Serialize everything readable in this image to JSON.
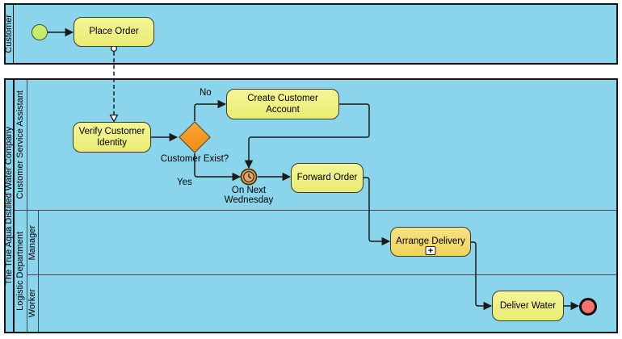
{
  "pools": [
    {
      "name": "Customer"
    },
    {
      "name": "The True Aqua Distilled Water Company",
      "lanes": [
        {
          "name": "Customer Service Assistant"
        },
        {
          "name": "Logistic Department",
          "sublanes": [
            {
              "name": "Manager"
            },
            {
              "name": "Worker"
            }
          ]
        }
      ]
    }
  ],
  "nodes": {
    "start_event": {
      "type": "start-event",
      "lane": "Customer"
    },
    "place_order": {
      "label": "Place Order",
      "lane": "Customer"
    },
    "verify_customer_identity": {
      "label": "Verify Customer Identity",
      "lane": "Customer Service Assistant"
    },
    "customer_exist_gateway": {
      "label": "Customer Exist?",
      "lane": "Customer Service Assistant"
    },
    "create_customer_account": {
      "label": "Create Customer Account",
      "lane": "Customer Service Assistant"
    },
    "timer_event": {
      "label": "On Next Wednesday",
      "type": "intermediate-timer-event",
      "lane": "Customer Service Assistant"
    },
    "forward_order": {
      "label": "Forward Order",
      "lane": "Customer Service Assistant"
    },
    "arrange_delivery": {
      "label": "Arrange Delivery",
      "marker": "subprocess",
      "lane": "Manager"
    },
    "deliver_water": {
      "label": "Deliver Water",
      "lane": "Worker"
    },
    "end_event": {
      "type": "end-event",
      "lane": "Worker"
    }
  },
  "edge_labels": {
    "no": "No",
    "yes": "Yes"
  },
  "edges": [
    {
      "from": "start_event",
      "to": "place_order",
      "type": "sequence"
    },
    {
      "from": "place_order",
      "to": "verify_customer_identity",
      "type": "message",
      "style": "dashed"
    },
    {
      "from": "verify_customer_identity",
      "to": "customer_exist_gateway",
      "type": "sequence"
    },
    {
      "from": "customer_exist_gateway",
      "to": "create_customer_account",
      "type": "sequence",
      "label": "No"
    },
    {
      "from": "customer_exist_gateway",
      "to": "timer_event",
      "type": "sequence",
      "label": "Yes"
    },
    {
      "from": "create_customer_account",
      "to": "timer_event",
      "type": "sequence"
    },
    {
      "from": "timer_event",
      "to": "forward_order",
      "type": "sequence"
    },
    {
      "from": "forward_order",
      "to": "arrange_delivery",
      "type": "sequence"
    },
    {
      "from": "arrange_delivery",
      "to": "deliver_water",
      "type": "sequence"
    },
    {
      "from": "deliver_water",
      "to": "end_event",
      "type": "sequence"
    }
  ],
  "icons": {
    "subprocess_plus": "+"
  },
  "colors": {
    "lane_fill": "#8BD5EC",
    "task_fill": "#EDEF7E",
    "subprocess_fill": "#F2DA6A",
    "gateway_fill": "#F59A28",
    "start_event_fill": "#C9EC70",
    "end_event_fill": "#F3726C",
    "timer_event_fill": "#D69C59",
    "connector": "#1A1A1A"
  }
}
